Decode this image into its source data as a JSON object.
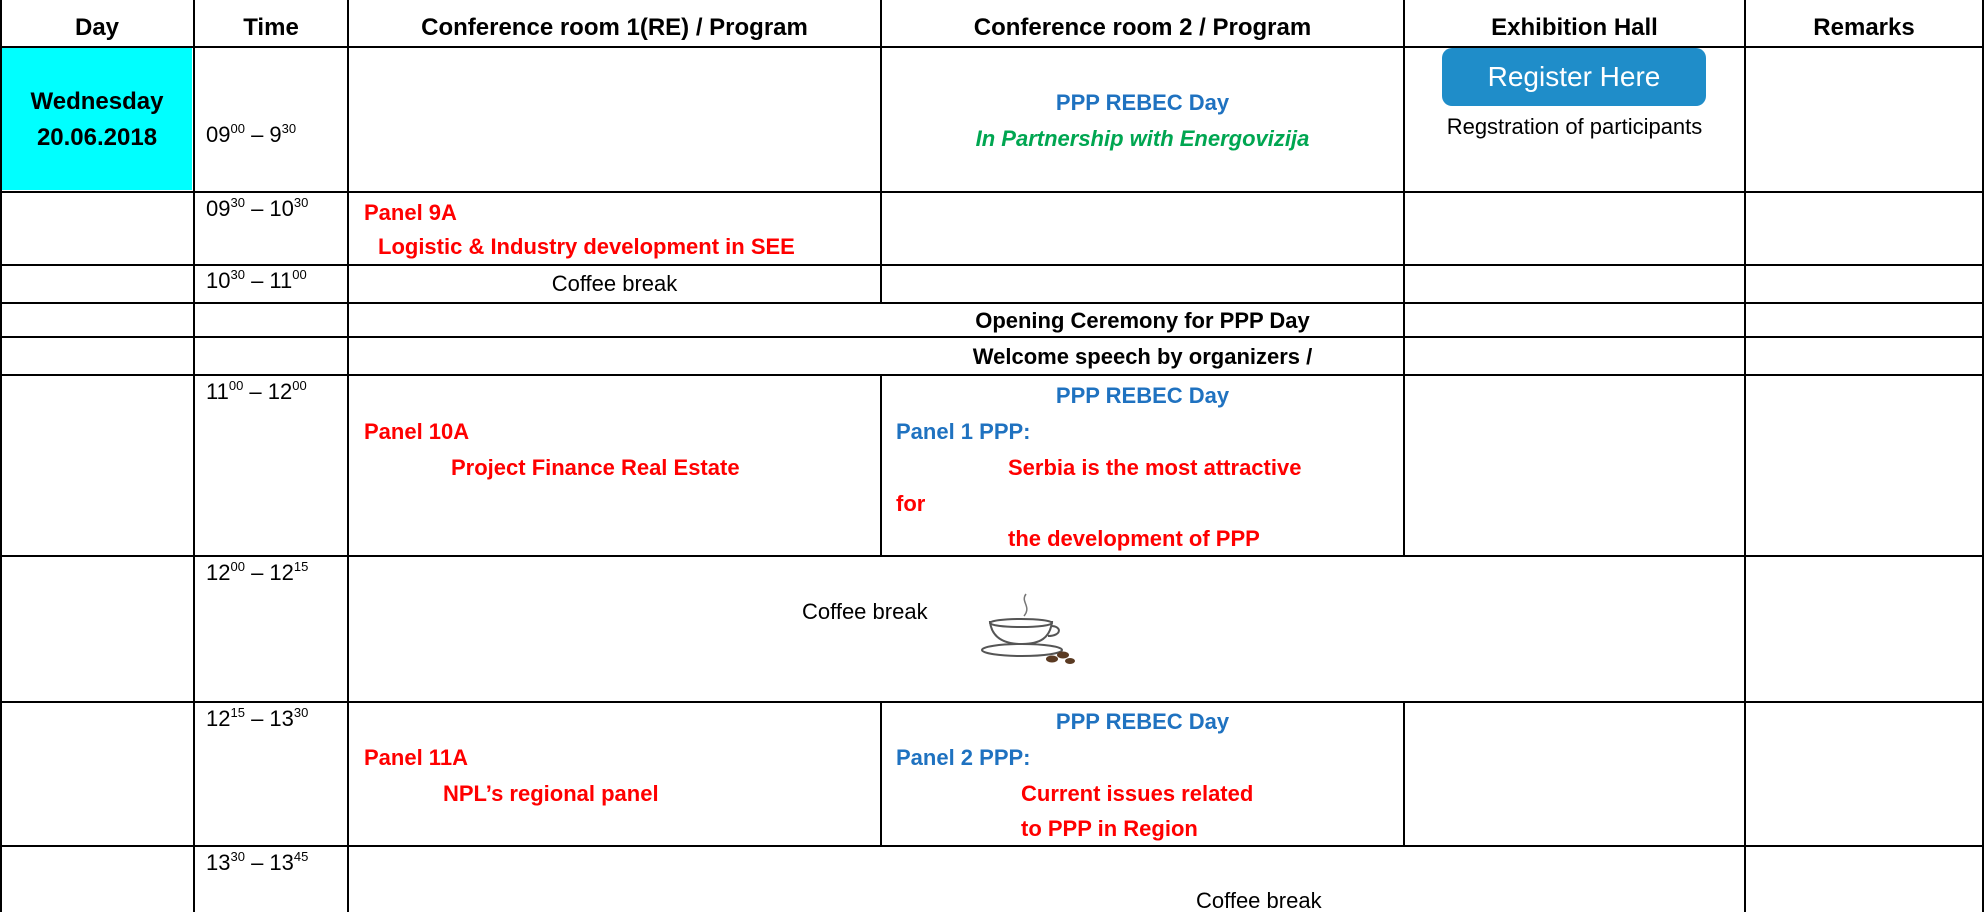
{
  "headers": {
    "day": "Day",
    "time": "Time",
    "room1": "Conference room  1(RE)  / Program",
    "room2": "Conference room 2  / Program",
    "exhibition": "Exhibition Hall",
    "remarks": "Remarks"
  },
  "day": {
    "weekday": "Wednesday",
    "date": "20.06.2018"
  },
  "times": [
    {
      "start_h": "09",
      "start_m": "00",
      "end_h": "9",
      "end_m": "30"
    },
    {
      "start_h": "09",
      "start_m": "30",
      "end_h": "10",
      "end_m": "30"
    },
    {
      "start_h": "10",
      "start_m": "30",
      "end_h": "11",
      "end_m": "00"
    },
    {
      "start_h": "11",
      "start_m": "00",
      "end_h": "12",
      "end_m": "00"
    },
    {
      "start_h": "12",
      "start_m": "00",
      "end_h": "12",
      "end_m": "15"
    },
    {
      "start_h": "12",
      "start_m": "15",
      "end_h": "13",
      "end_m": "30"
    },
    {
      "start_h": "13",
      "start_m": "30",
      "end_h": "13",
      "end_m": "45"
    }
  ],
  "time_separator": " – ",
  "row1": {
    "room2_title": "PPP REBEC Day",
    "room2_partner": "In Partnership with Energovizija",
    "register_label": "Register Here",
    "exhibition_text": "Regstration of participants"
  },
  "row2": {
    "panel": "Panel   9A",
    "topic": "Logistic & Industry development in SEE"
  },
  "row3": {
    "room1": "Coffee break"
  },
  "row4": {
    "room2": "Opening Ceremony for PPP Day"
  },
  "row5": {
    "room2": "Welcome speech by organizers /"
  },
  "row6": {
    "room1_panel": "Panel  10A",
    "room1_topic": "Project Finance Real Estate",
    "room2_title": "PPP REBEC Day",
    "room2_panel": "Panel   1  PPP:",
    "room2_line1": "Serbia is the most attractive",
    "room2_line2": "for",
    "room2_line3": "the development of PPP"
  },
  "row7": {
    "text": "Coffee break"
  },
  "row8": {
    "room1_panel": "Panel  11A",
    "room1_topic": "NPL’s regional panel",
    "room2_title": "PPP REBEC Day",
    "room2_panel": "Panel   2  PPP:",
    "room2_line1": "Current issues related",
    "room2_line2": "to PPP in Region"
  },
  "row9": {
    "text": "Coffee break"
  },
  "colors": {
    "day_bg": "#00ffff",
    "red": "#ff0000",
    "blue": "#1f72c0",
    "green": "#00a651",
    "button": "#1f8dc9"
  },
  "icons": {
    "coffee": "coffee-cup-icon"
  }
}
